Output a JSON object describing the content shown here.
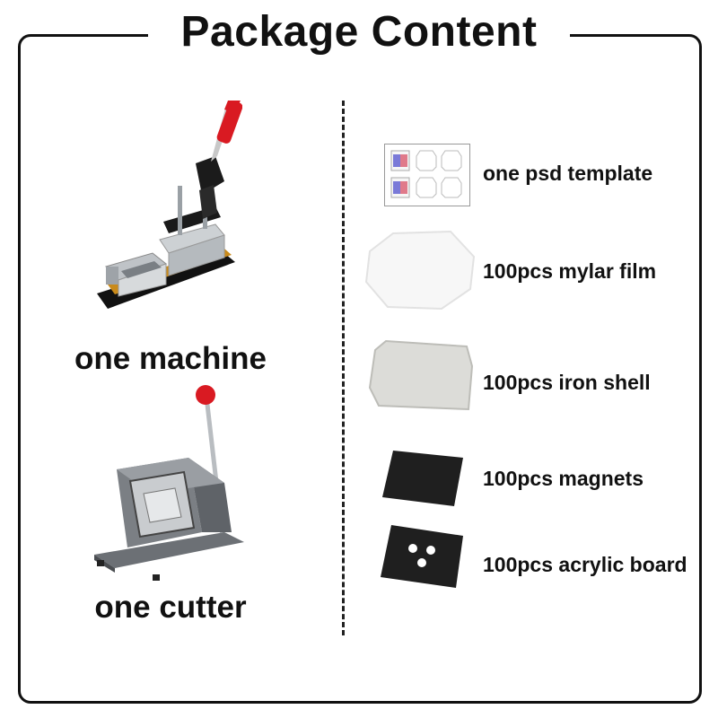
{
  "title": "Package Content",
  "products": {
    "machine": "one machine",
    "cutter": "one cutter"
  },
  "items": [
    {
      "label": "one psd template",
      "icon": "psd-template-icon"
    },
    {
      "label": "100pcs mylar film",
      "icon": "mylar-film-icon"
    },
    {
      "label": "100pcs iron shell",
      "icon": "iron-shell-icon"
    },
    {
      "label": "100pcs magnets",
      "icon": "magnet-sheet-icon"
    },
    {
      "label": "100pcs acrylic board",
      "icon": "acrylic-board-icon"
    }
  ],
  "colors": {
    "border": "#111111",
    "handle_red": "#d91a22",
    "machine_base": "#c98a1a",
    "cutter_gray": "#7b7f84"
  }
}
